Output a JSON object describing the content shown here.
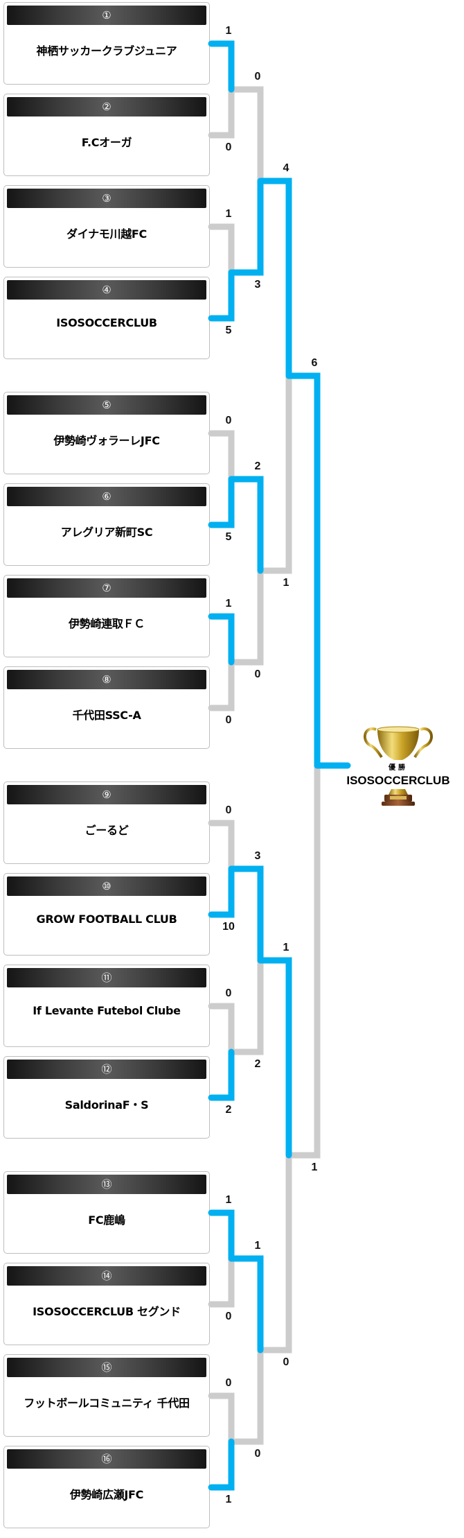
{
  "colors": {
    "winner_line": "#00b0f0",
    "loser_line": "#cccccc"
  },
  "teams": [
    {
      "seed": "①",
      "name": "神栖サッカークラブジュニア"
    },
    {
      "seed": "②",
      "name": "F.Cオーガ"
    },
    {
      "seed": "③",
      "name": "ダイナモ川越FC"
    },
    {
      "seed": "④",
      "name": "ISOSOCCERCLUB"
    },
    {
      "seed": "⑤",
      "name": "伊勢崎ヴォラーレJFC"
    },
    {
      "seed": "⑥",
      "name": "アレグリア新町SC"
    },
    {
      "seed": "⑦",
      "name": "伊勢崎連取ＦＣ"
    },
    {
      "seed": "⑧",
      "name": "千代田SSC-A"
    },
    {
      "seed": "⑨",
      "name": "ごーるど"
    },
    {
      "seed": "⑩",
      "name": "GROW FOOTBALL CLUB"
    },
    {
      "seed": "⑪",
      "name": "If Levante Futebol Clube"
    },
    {
      "seed": "⑫",
      "name": "SaldorinaF・S"
    },
    {
      "seed": "⑬",
      "name": "FC鹿嶋"
    },
    {
      "seed": "⑭",
      "name": "ISOSOCCERCLUB セグンド"
    },
    {
      "seed": "⑮",
      "name": "フットボールコミュニティ 千代田"
    },
    {
      "seed": "⑯",
      "name": "伊勢崎広瀬JFC"
    }
  ],
  "rounds": [
    {
      "name": "round-1",
      "matches": [
        [
          "1",
          "0"
        ],
        [
          "1",
          "5"
        ],
        [
          "0",
          "5"
        ],
        [
          "1",
          "0"
        ],
        [
          "0",
          "10"
        ],
        [
          "0",
          "2"
        ],
        [
          "1",
          "0"
        ],
        [
          "0",
          "1"
        ]
      ]
    },
    {
      "name": "round-2",
      "matches": [
        [
          "0",
          "3"
        ],
        [
          "2",
          "0"
        ],
        [
          "3",
          "2"
        ],
        [
          "1",
          "0"
        ]
      ]
    },
    {
      "name": "semifinal",
      "matches": [
        [
          "4",
          "1"
        ],
        [
          "1",
          "0"
        ]
      ]
    },
    {
      "name": "final",
      "matches": [
        [
          "6",
          "1"
        ]
      ]
    }
  ],
  "champion": {
    "label": "優勝",
    "name": "ISOSOCCERCLUB",
    "icon": "trophy-icon"
  }
}
